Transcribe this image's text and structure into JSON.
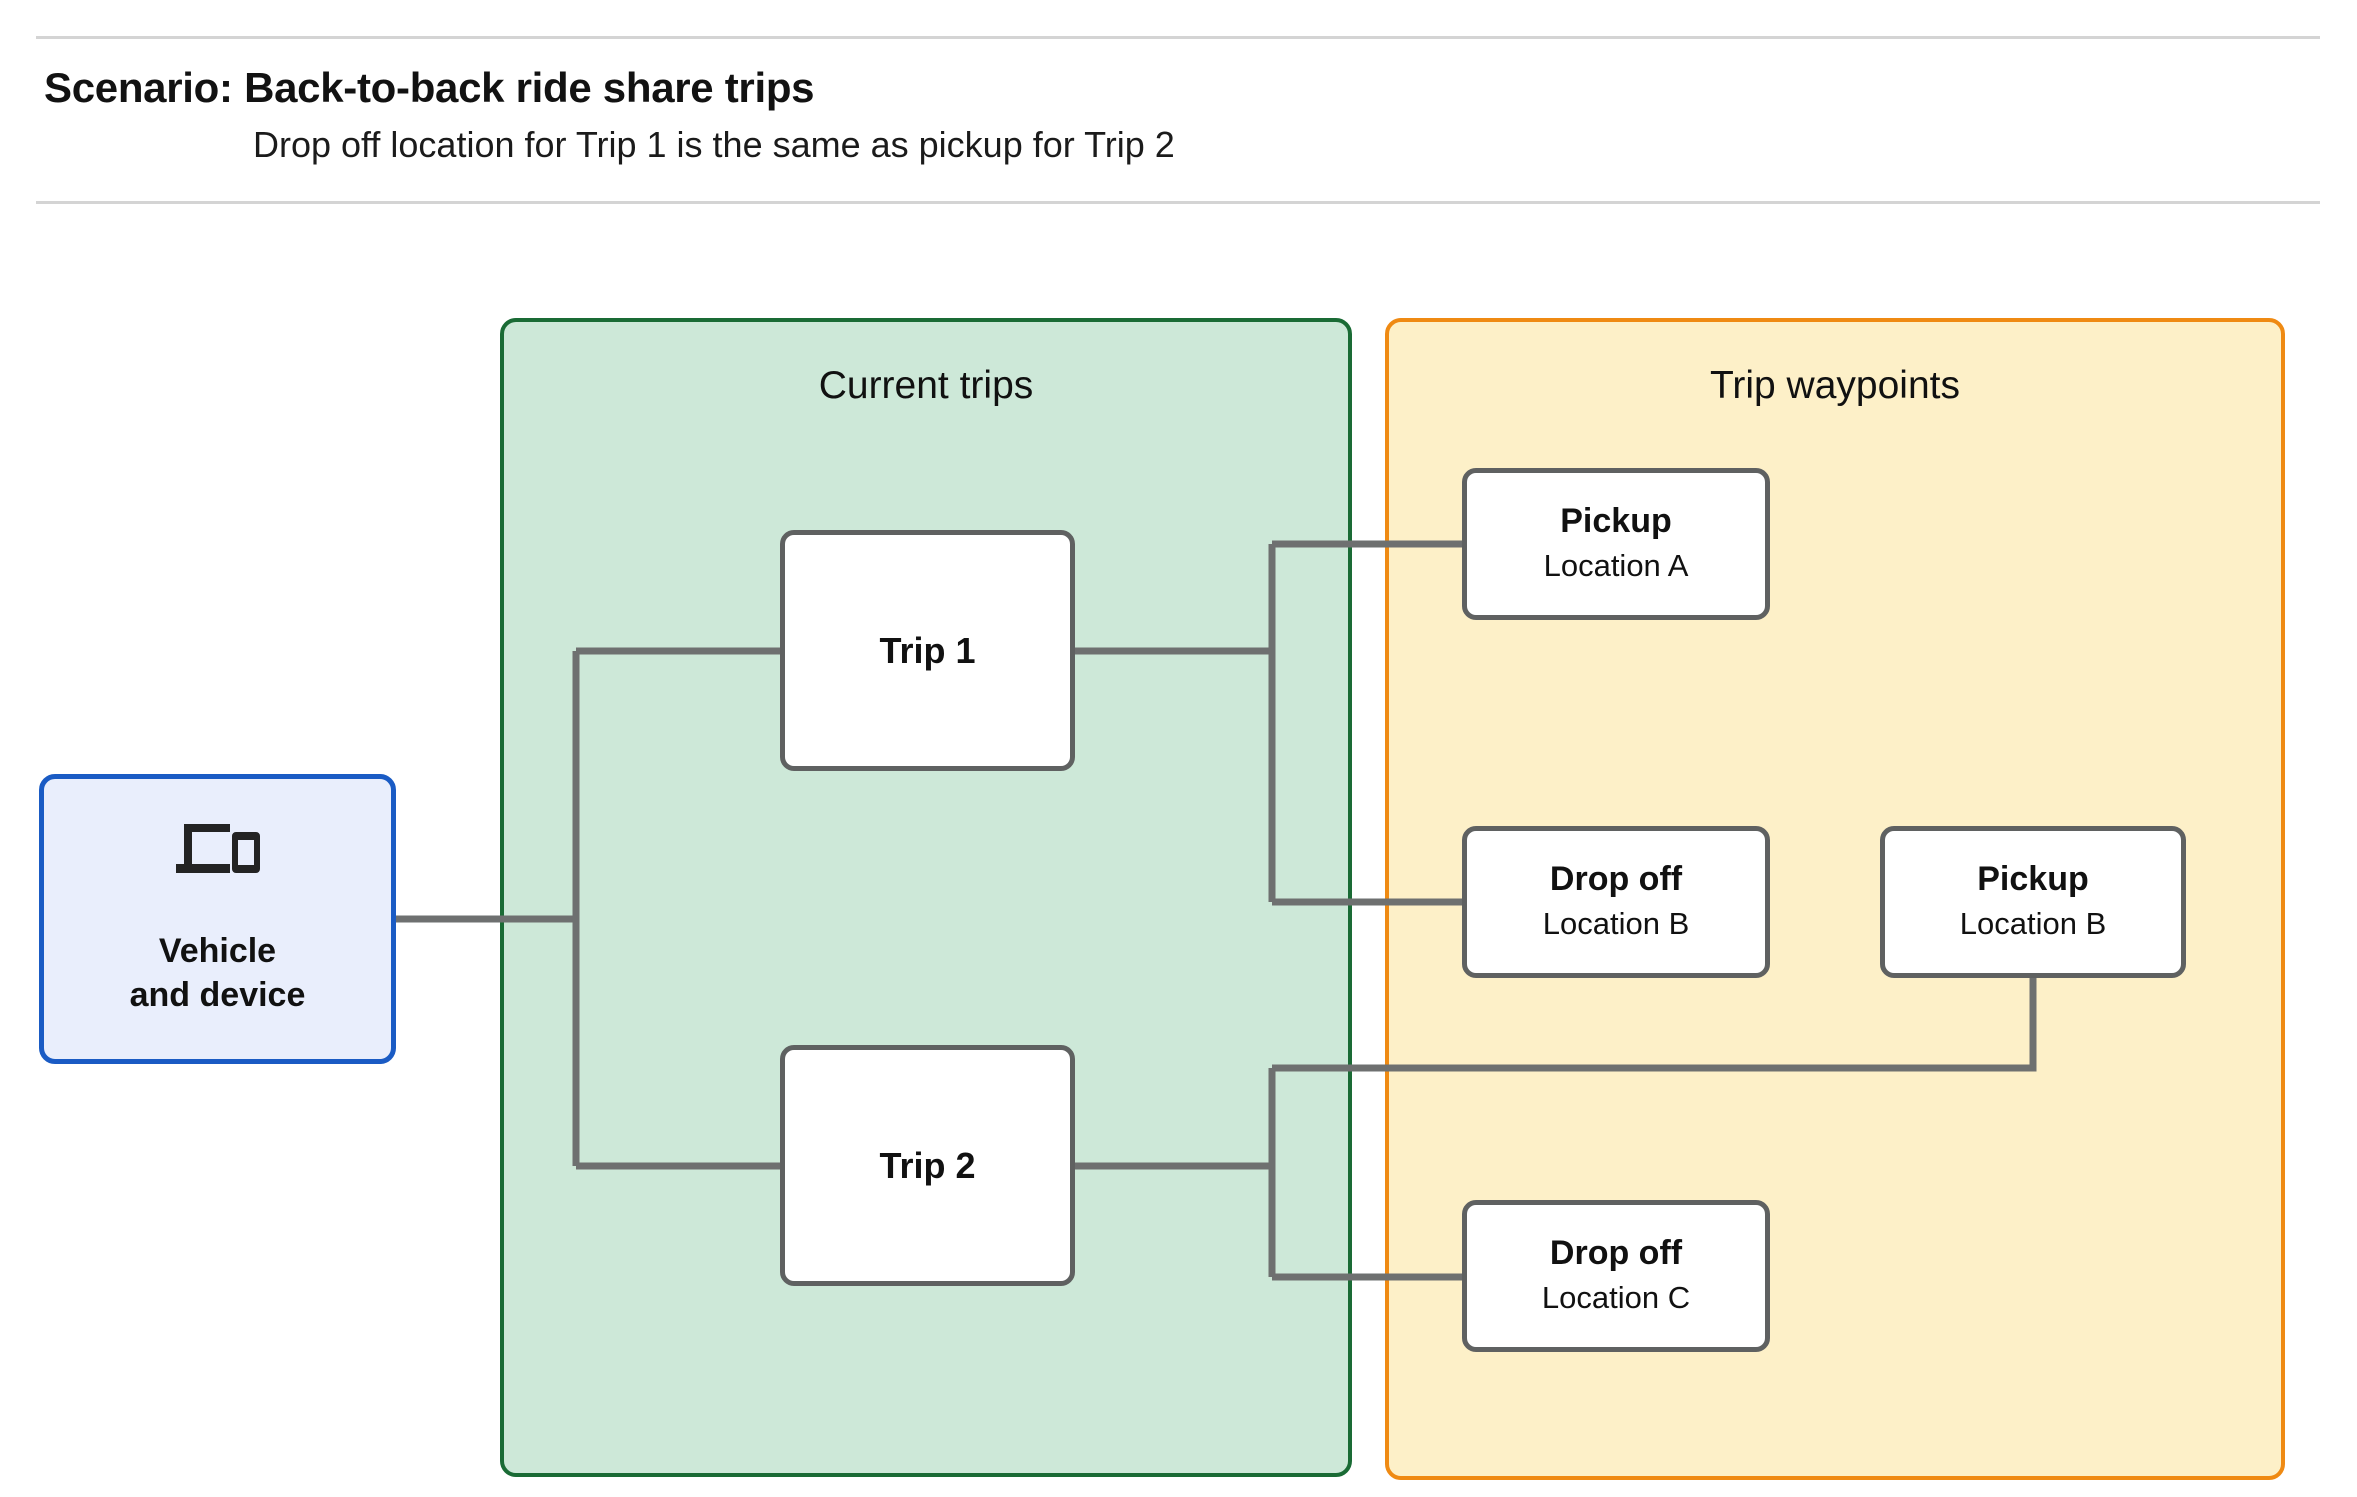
{
  "header": {
    "title": "Scenario: Back-to-back ride share trips",
    "subtitle": "Drop off  location for Trip 1 is the same as pickup for Trip 2"
  },
  "source_node": {
    "label": "Vehicle\nand device",
    "icon": "devices-icon",
    "fill_color": "#e9eefc",
    "border_color": "#1a5bc4"
  },
  "groups": [
    {
      "id": "current-trips",
      "title": "Current trips",
      "fill_color": "#cde8d8",
      "border_color": "#1a6b35"
    },
    {
      "id": "trip-waypoints",
      "title": "Trip waypoints",
      "fill_color": "#fdf0c8",
      "border_color": "#ef8a13"
    }
  ],
  "trips": [
    {
      "id": "trip-1",
      "label": "Trip 1"
    },
    {
      "id": "trip-2",
      "label": "Trip 2"
    }
  ],
  "waypoints": [
    {
      "id": "pickup-a",
      "type": "Pickup",
      "location": "Location A"
    },
    {
      "id": "dropoff-b",
      "type": "Drop off",
      "location": "Location B"
    },
    {
      "id": "pickup-b",
      "type": "Pickup",
      "location": "Location B"
    },
    {
      "id": "dropoff-c",
      "type": "Drop off",
      "location": "Location C"
    }
  ],
  "connector_color": "#6e7070",
  "divider_color": "#d4d4d4"
}
